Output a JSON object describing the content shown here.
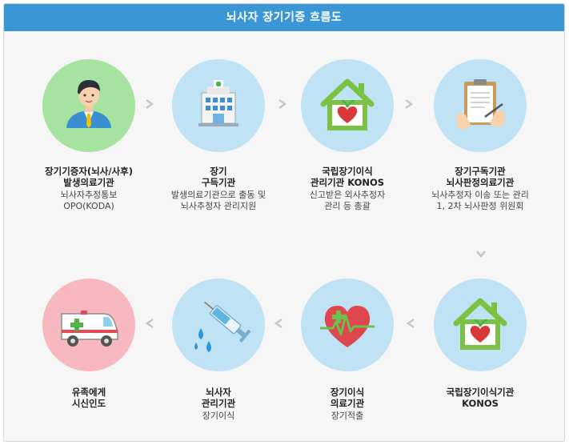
{
  "header": {
    "title": "뇌사자 장기기증 흐름도"
  },
  "steps": [
    {
      "title": [
        "장기기증자(뇌사/사후)",
        "발생의료기관"
      ],
      "desc": [
        "뇌사자추정통보",
        "OPO(KODA)"
      ],
      "icon": "donor-person-icon",
      "color": "#a6e3a1"
    },
    {
      "title": [
        "장기",
        "구득기관"
      ],
      "desc": [
        "발생의료기관으로 출동 및",
        "뇌사추정자 관리지원"
      ],
      "icon": "hospital-building-icon",
      "color": "#bfe3f4"
    },
    {
      "title": [
        "국립장기이식",
        "관리기관 KONOS"
      ],
      "desc": [
        "신고받은 외사추정자",
        "관리 등 총괄"
      ],
      "icon": "green-house-heart-icon",
      "color": "#bfe3f4"
    },
    {
      "title": [
        "장기구독기관",
        "뇌사판정의료기관"
      ],
      "desc": [
        "뇌사추정자 이송 또는 관리",
        "1, 2차 뇌사판정 위원회"
      ],
      "icon": "clipboard-hands-icon",
      "color": "#bfe3f4"
    },
    {
      "title": [
        "국립장기이식기관",
        "KONOS"
      ],
      "desc": [],
      "icon": "green-house-heart-icon",
      "color": "#bfe3f4"
    },
    {
      "title": [
        "장기이식",
        "의료기관"
      ],
      "desc": [
        "장기적출"
      ],
      "icon": "heart-cross-icon",
      "color": "#bfe3f4"
    },
    {
      "title": [
        "뇌사자",
        "관리기관"
      ],
      "desc": [
        "장기이식"
      ],
      "icon": "syringe-drops-icon",
      "color": "#bfe3f4"
    },
    {
      "title": [
        "유족에게",
        "시신인도"
      ],
      "desc": [],
      "icon": "ambulance-icon",
      "color": "#f8b8bf"
    }
  ],
  "colors": {
    "header": "#3b96d6",
    "arrow": "#c6c6c6",
    "background": "#f6f6f6"
  }
}
